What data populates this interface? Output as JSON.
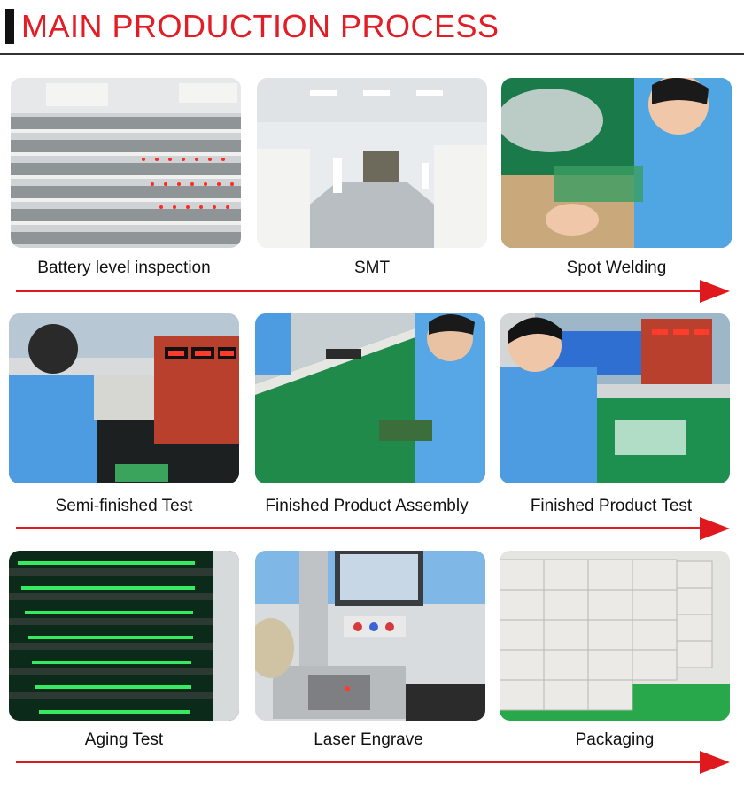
{
  "header": {
    "title": "MAIN PRODUCTION PROCESS"
  },
  "steps": [
    {
      "label": "Battery level inspection"
    },
    {
      "label": "SMT"
    },
    {
      "label": "Spot Welding"
    },
    {
      "label": "Semi-finished Test"
    },
    {
      "label": "Finished Product Assembly"
    },
    {
      "label": "Finished Product Test"
    },
    {
      "label": "Aging Test"
    },
    {
      "label": "Laser Engrave"
    },
    {
      "label": "Packaging"
    }
  ],
  "colors": {
    "title": "#e21d26",
    "arrow": "#e0191f",
    "rule": "#333333"
  },
  "icons": {
    "flow_arrow": "right-arrow-icon"
  }
}
